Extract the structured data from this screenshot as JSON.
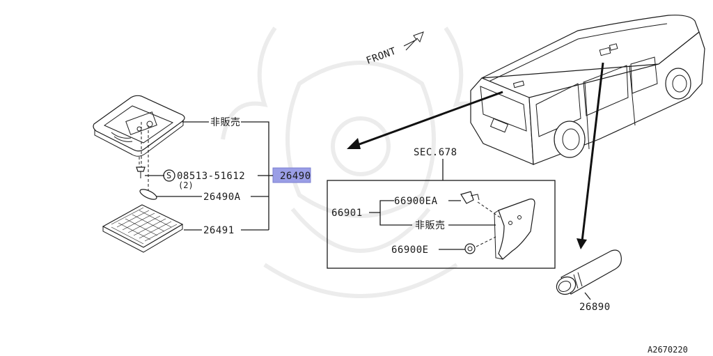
{
  "labels": {
    "not_sold_top": "非販売",
    "screw": "08513-51612",
    "screw_qty": "(2)",
    "lamp_assy": "26490",
    "bulb": "26490A",
    "lens": "26491",
    "section": "SEC.678",
    "bracket_group": "66901",
    "clip": "66900EA",
    "not_sold_mid": "非販売",
    "grommet": "66900E",
    "flashlight": "26890",
    "front": "FRONT",
    "diagram_id": "A2670220",
    "circled_s": "S"
  },
  "colors": {
    "highlight": "#9a9ee6",
    "ink": "#1a1a1a",
    "watermark": "#e9e9e9"
  }
}
